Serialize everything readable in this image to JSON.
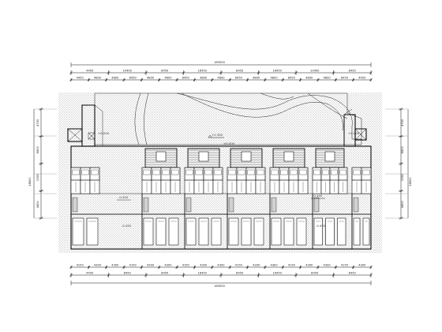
{
  "drawing": {
    "top_overall_dimension": "169500",
    "bottom_overall_dimension": "169500",
    "top_segments_outer": [
      "4450",
      "10400",
      "8450",
      "16450",
      "8450",
      "16450",
      "10400",
      "8450"
    ],
    "top_segments_inner": [
      "4450",
      "4800",
      "4800",
      "8450",
      "4800",
      "4800",
      "8450",
      "4800",
      "4800",
      "8450",
      "4800",
      "4800",
      "8450",
      "4800",
      "4800",
      "8450",
      "4450"
    ],
    "bottom_segments_inner": [
      "4150",
      "4300",
      "4300",
      "4150",
      "4300",
      "4300",
      "4150",
      "4300",
      "4300",
      "4150",
      "4300",
      "4300",
      "4150",
      "4300",
      "4300",
      "4150",
      "4300"
    ],
    "bottom_segments_outer": [
      "4450",
      "8450",
      "8450",
      "16450",
      "8450",
      "16450",
      "8450",
      "8450"
    ],
    "left_dims": [
      "4700",
      "6600",
      "2900",
      "4400"
    ],
    "left_total": "18600",
    "right_dims": [
      "4700",
      "6600",
      "2900",
      "4400"
    ],
    "right_total": "18600",
    "elevations": {
      "road_top": "+2.350",
      "road_mid": "±0.000",
      "road_left": "-0.450",
      "road_right": "-0.450",
      "stair_left": "+0.000",
      "stair_right": "+0.000",
      "lower_left": "-0.450",
      "lower_right": "-0.450"
    },
    "colors": {
      "line": "#111111",
      "hatch": "#9a9a9a",
      "paper": "#ffffff"
    }
  }
}
